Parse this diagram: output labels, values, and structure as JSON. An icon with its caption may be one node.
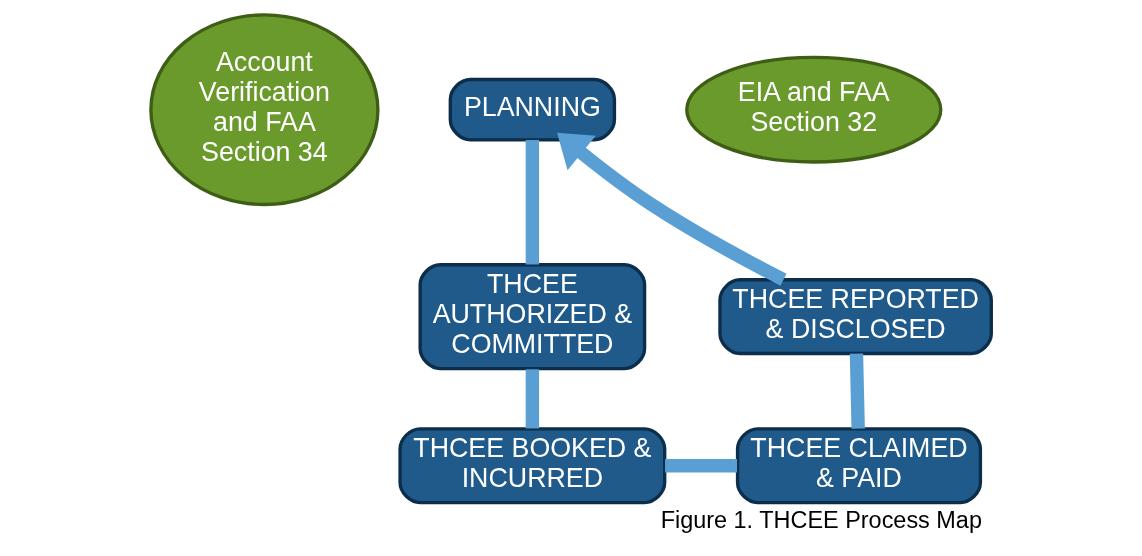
{
  "diagram": {
    "caption": "Figure 1. THCEE Process Map",
    "nodes": [
      {
        "text": [
          "PLANNING"
        ]
      },
      {
        "text": [
          "THCEE AUTHORIZED & COMMITTED"
        ]
      },
      {
        "text": [
          "THCEE BOOKED & INCURRED"
        ]
      },
      {
        "text": [
          "THCEE CLAIMED & PAID"
        ]
      },
      {
        "text": [
          "THCEE REPORTED & DISCLOSED"
        ]
      },
      {
        "text": [
          "EIA and FAA Section 32"
        ]
      },
      {
        "text": [
          "Account Verification and FAA Section 34"
        ]
      }
    ],
    "edges": [
      {
        "from": 0,
        "to": 1,
        "arrow": "none"
      },
      {
        "from": 1,
        "to": 2,
        "arrow": "none"
      },
      {
        "from": 2,
        "to": 3,
        "arrow": "none"
      },
      {
        "from": 3,
        "to": 4,
        "arrow": "none"
      },
      {
        "from": 4,
        "to": 0,
        "arrow": "to"
      }
    ]
  }
}
